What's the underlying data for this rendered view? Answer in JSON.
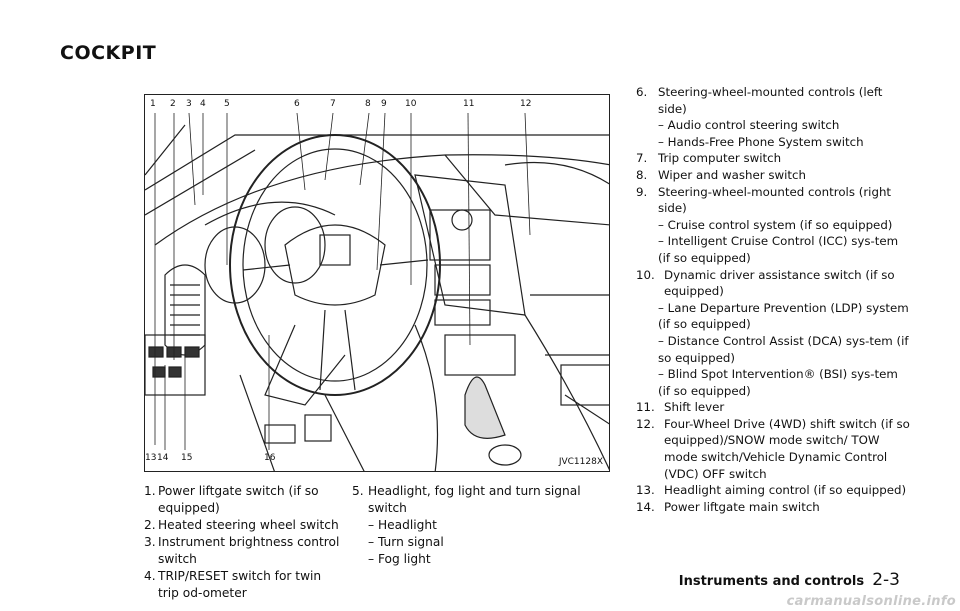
{
  "page": {
    "title": "COCKPIT",
    "section": "Instruments and controls",
    "page_number": "2-3",
    "watermark": "carmanualsonline.info"
  },
  "figure": {
    "id": "JVC1128X",
    "top_callouts": [
      "1",
      "2",
      "3",
      "4",
      "5",
      "6",
      "7",
      "8",
      "9",
      "10",
      "11",
      "12"
    ],
    "bottom_callouts": [
      "13",
      "14",
      "15",
      "16"
    ]
  },
  "list": {
    "items": [
      {
        "num": "1.",
        "text": "Power liftgate switch (if so equipped)"
      },
      {
        "num": "2.",
        "text": "Heated steering wheel switch"
      },
      {
        "num": "3.",
        "text": "Instrument brightness control switch"
      },
      {
        "num": "4.",
        "text": "TRIP/RESET switch for twin trip od-ometer"
      },
      {
        "num": "5.",
        "text": "Headlight, fog light and turn signal switch",
        "subs": [
          "– Headlight",
          "– Turn signal",
          "– Fog light"
        ]
      },
      {
        "num": "6.",
        "text": "Steering-wheel-mounted controls (left side)",
        "subs": [
          "– Audio control steering switch",
          "– Hands-Free Phone System switch"
        ]
      },
      {
        "num": "7.",
        "text": "Trip computer switch"
      },
      {
        "num": "8.",
        "text": "Wiper and washer switch"
      },
      {
        "num": "9.",
        "text": "Steering-wheel-mounted controls (right side)",
        "subs": [
          "– Cruise control system (if so equipped)",
          "– Intelligent Cruise Control (ICC) sys-tem (if so equipped)"
        ]
      },
      {
        "num": "10.",
        "text": "Dynamic driver assistance switch (if so equipped)",
        "subs": [
          "– Lane Departure Prevention (LDP) system (if so equipped)",
          "– Distance Control Assist (DCA) sys-tem (if so equipped)",
          "– Blind Spot Intervention® (BSI) sys-tem (if so equipped)"
        ]
      },
      {
        "num": "11.",
        "text": "Shift lever"
      },
      {
        "num": "12.",
        "text": "Four-Wheel Drive (4WD) shift switch (if so equipped)/SNOW mode switch/ TOW mode switch/Vehicle Dynamic Control (VDC) OFF switch"
      },
      {
        "num": "13.",
        "text": "Headlight aiming control (if so equipped)"
      },
      {
        "num": "14.",
        "text": "Power liftgate main switch"
      }
    ]
  }
}
